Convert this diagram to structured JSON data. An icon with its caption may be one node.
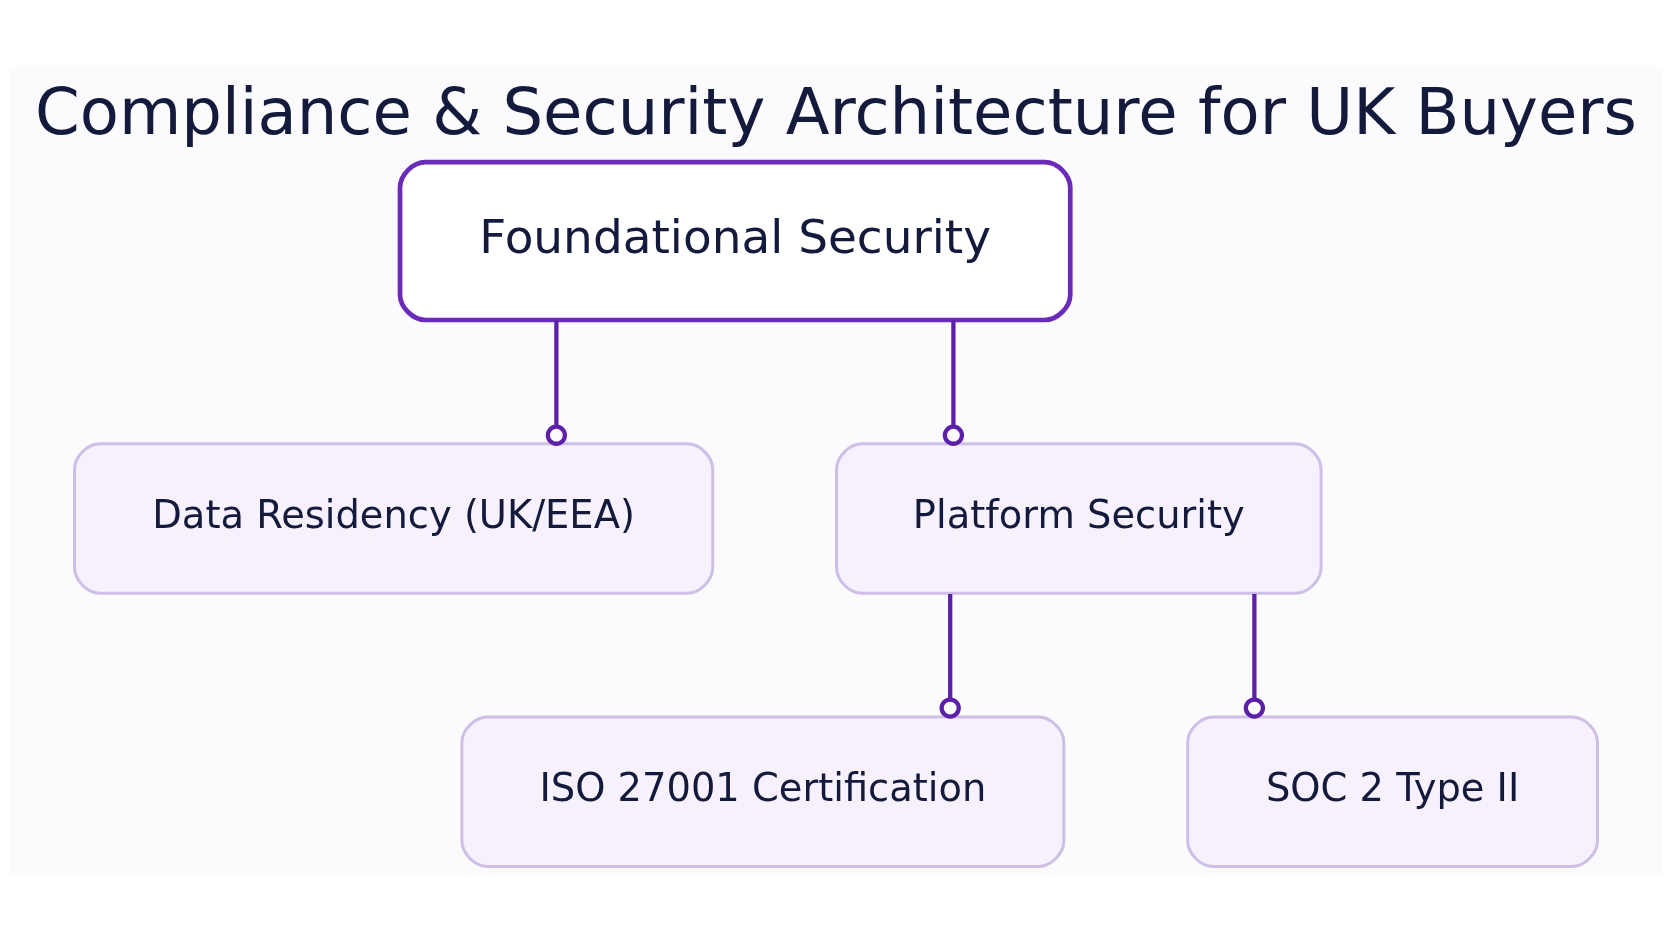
{
  "diagram": {
    "title": "Compliance & Security Architecture for UK Buyers",
    "nodes": [
      {
        "text": [
          "Foundational Security"
        ]
      },
      {
        "text": [
          "Data Residency (UK/EEA)"
        ]
      },
      {
        "text": [
          "Platform Security"
        ]
      },
      {
        "text": [
          "ISO 27001 Certification"
        ]
      },
      {
        "text": [
          "SOC 2 Type II"
        ]
      }
    ],
    "edges": [
      {
        "from": 0,
        "to": 1,
        "arrow": "other"
      },
      {
        "from": 0,
        "to": 2,
        "arrow": "other"
      },
      {
        "from": 2,
        "to": 3,
        "arrow": "other"
      },
      {
        "from": 2,
        "to": 4,
        "arrow": "other"
      }
    ]
  }
}
